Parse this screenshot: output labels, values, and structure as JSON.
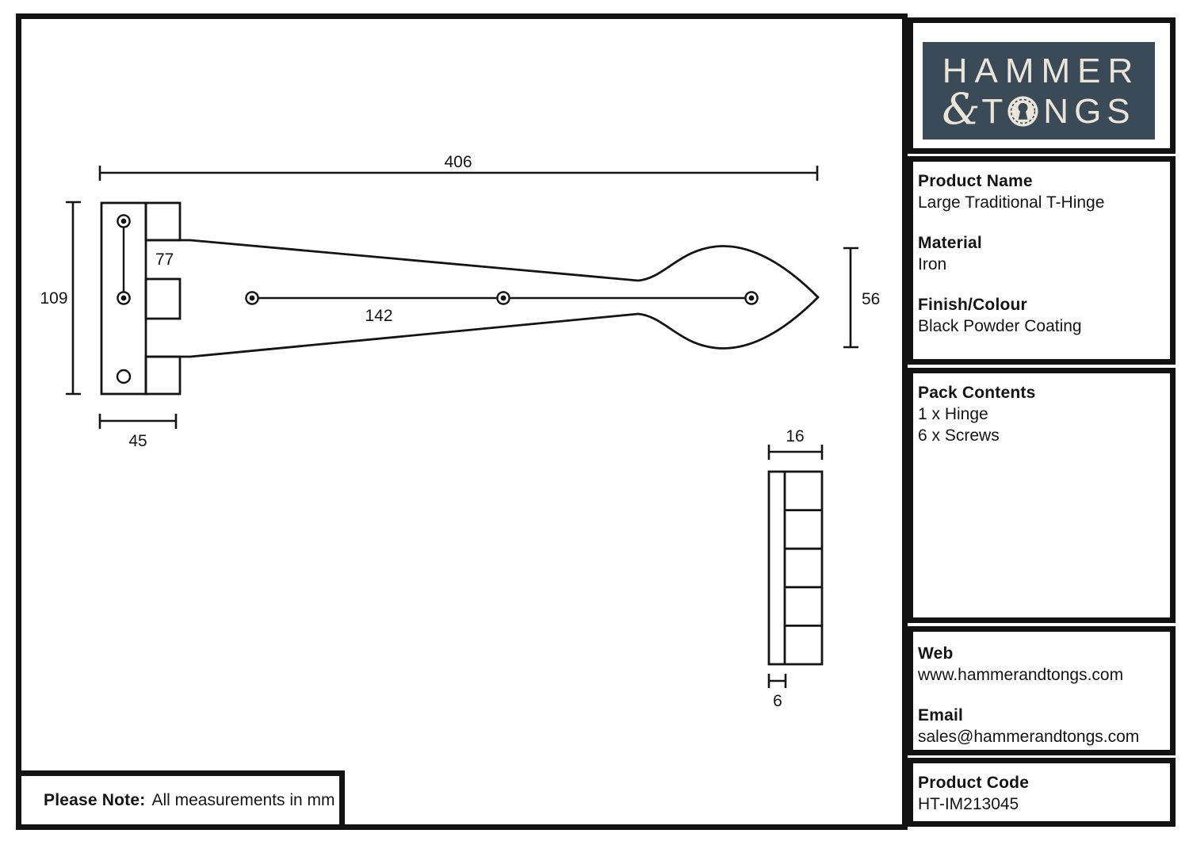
{
  "logo": {
    "word1": "HAMMER",
    "ampersand": "&",
    "word2_start": "T",
    "word2_end": "NGS"
  },
  "sidebar": {
    "product_name_label": "Product Name",
    "product_name_value": "Large Traditional T-Hinge",
    "material_label": "Material",
    "material_value": "Iron",
    "finish_label": "Finish/Colour",
    "finish_value": "Black Powder Coating",
    "pack_label": "Pack Contents",
    "pack_items": [
      "1 x Hinge",
      "6 x Screws"
    ],
    "web_label": "Web",
    "web_value": "www.hammerandtongs.com",
    "email_label": "Email",
    "email_value": "sales@hammerandtongs.com",
    "code_label": "Product Code",
    "code_value": "HT-IM213045"
  },
  "note": {
    "label": "Please Note:",
    "text": "All measurements in mm"
  },
  "drawing": {
    "dims": {
      "length": "406",
      "height": "109",
      "plate_hole_spacing": "77",
      "strap_hole_spacing": "142",
      "plate_width": "45",
      "finial_height": "56",
      "side_width": "16",
      "thickness": "6"
    }
  },
  "colors": {
    "ink": "#121212",
    "logo_bg": "#3B4A57",
    "logo_fg": "#EAE4D9"
  }
}
